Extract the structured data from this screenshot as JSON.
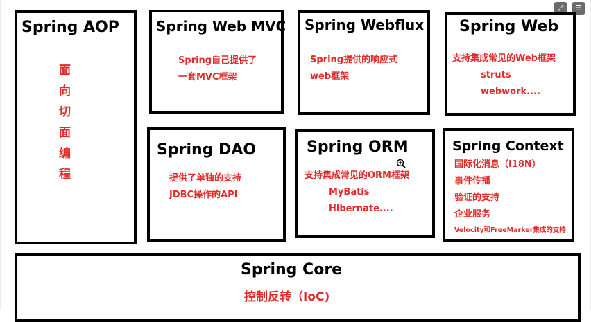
{
  "aop": {
    "title": "Spring AOP",
    "chars": [
      "面",
      "向",
      "切",
      "面",
      "编",
      "程"
    ]
  },
  "webmvc": {
    "title": "Spring Web MVC",
    "lines": [
      "Spring自己提供了",
      "一套MVC框架"
    ]
  },
  "webflux": {
    "title": "Spring Webflux",
    "lines": [
      "Spring提供的响应式",
      "web框架"
    ]
  },
  "web": {
    "title": "Spring Web",
    "lines": [
      "支持集成常见的Web框架",
      "struts",
      "webwork...."
    ]
  },
  "dao": {
    "title": "Spring DAO",
    "lines": [
      "提供了单独的支持",
      "JDBC操作的API"
    ]
  },
  "orm": {
    "title": "Spring ORM",
    "lines": [
      "支持集成常见的ORM框架",
      "MyBatis",
      "Hibernate...."
    ]
  },
  "context": {
    "title": "Spring Context",
    "lines": [
      "国际化消息（I18N）",
      "事件传播",
      "验证的支持",
      "企业服务",
      "Velocity和FreeMarker集成的支持"
    ]
  },
  "core": {
    "title": "Spring Core",
    "subtitle": "控制反转（IoC)"
  },
  "colors": {
    "accent": "#e02b2b",
    "border": "#000000"
  },
  "icons": {
    "expand": "expand-icon",
    "comment": "comment-icon",
    "cursor": "zoom-cursor-icon"
  }
}
